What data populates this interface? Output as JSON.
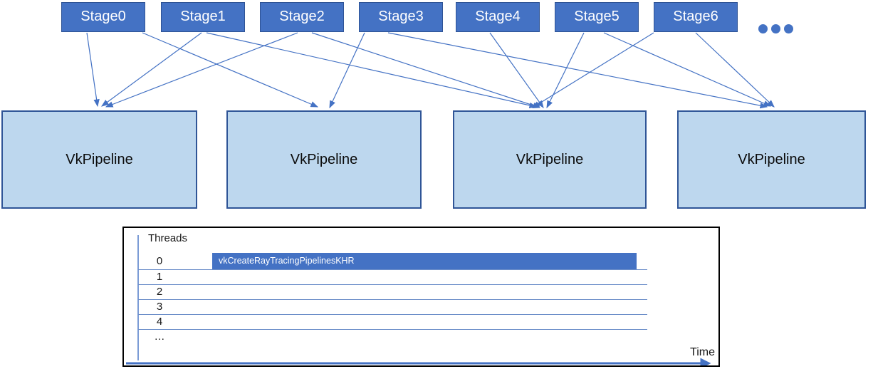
{
  "diagram": {
    "stages": [
      {
        "label": "Stage0"
      },
      {
        "label": "Stage1"
      },
      {
        "label": "Stage2"
      },
      {
        "label": "Stage3"
      },
      {
        "label": "Stage4"
      },
      {
        "label": "Stage5"
      },
      {
        "label": "Stage6"
      }
    ],
    "ellipsis": "more stages",
    "pipelines": [
      {
        "label": "VkPipeline"
      },
      {
        "label": "VkPipeline"
      },
      {
        "label": "VkPipeline"
      },
      {
        "label": "VkPipeline"
      }
    ],
    "colors": {
      "stage_fill": "#4472C4",
      "stage_border": "#2E5395",
      "pipeline_fill": "#BDD7EE",
      "pipeline_border": "#2F5597",
      "connector": "#4472C4"
    }
  },
  "timeline": {
    "title": "Threads",
    "rows": [
      "0",
      "1",
      "2",
      "3",
      "4",
      "…"
    ],
    "bar": {
      "label": "vkCreateRayTracingPipelinesKHR",
      "row": "0"
    },
    "x_axis_label": "Time",
    "colors": {
      "bar_fill": "#4472C4",
      "grid_line": "#6C8EC9",
      "axis": "#4472C4",
      "frame": "#000000"
    }
  }
}
